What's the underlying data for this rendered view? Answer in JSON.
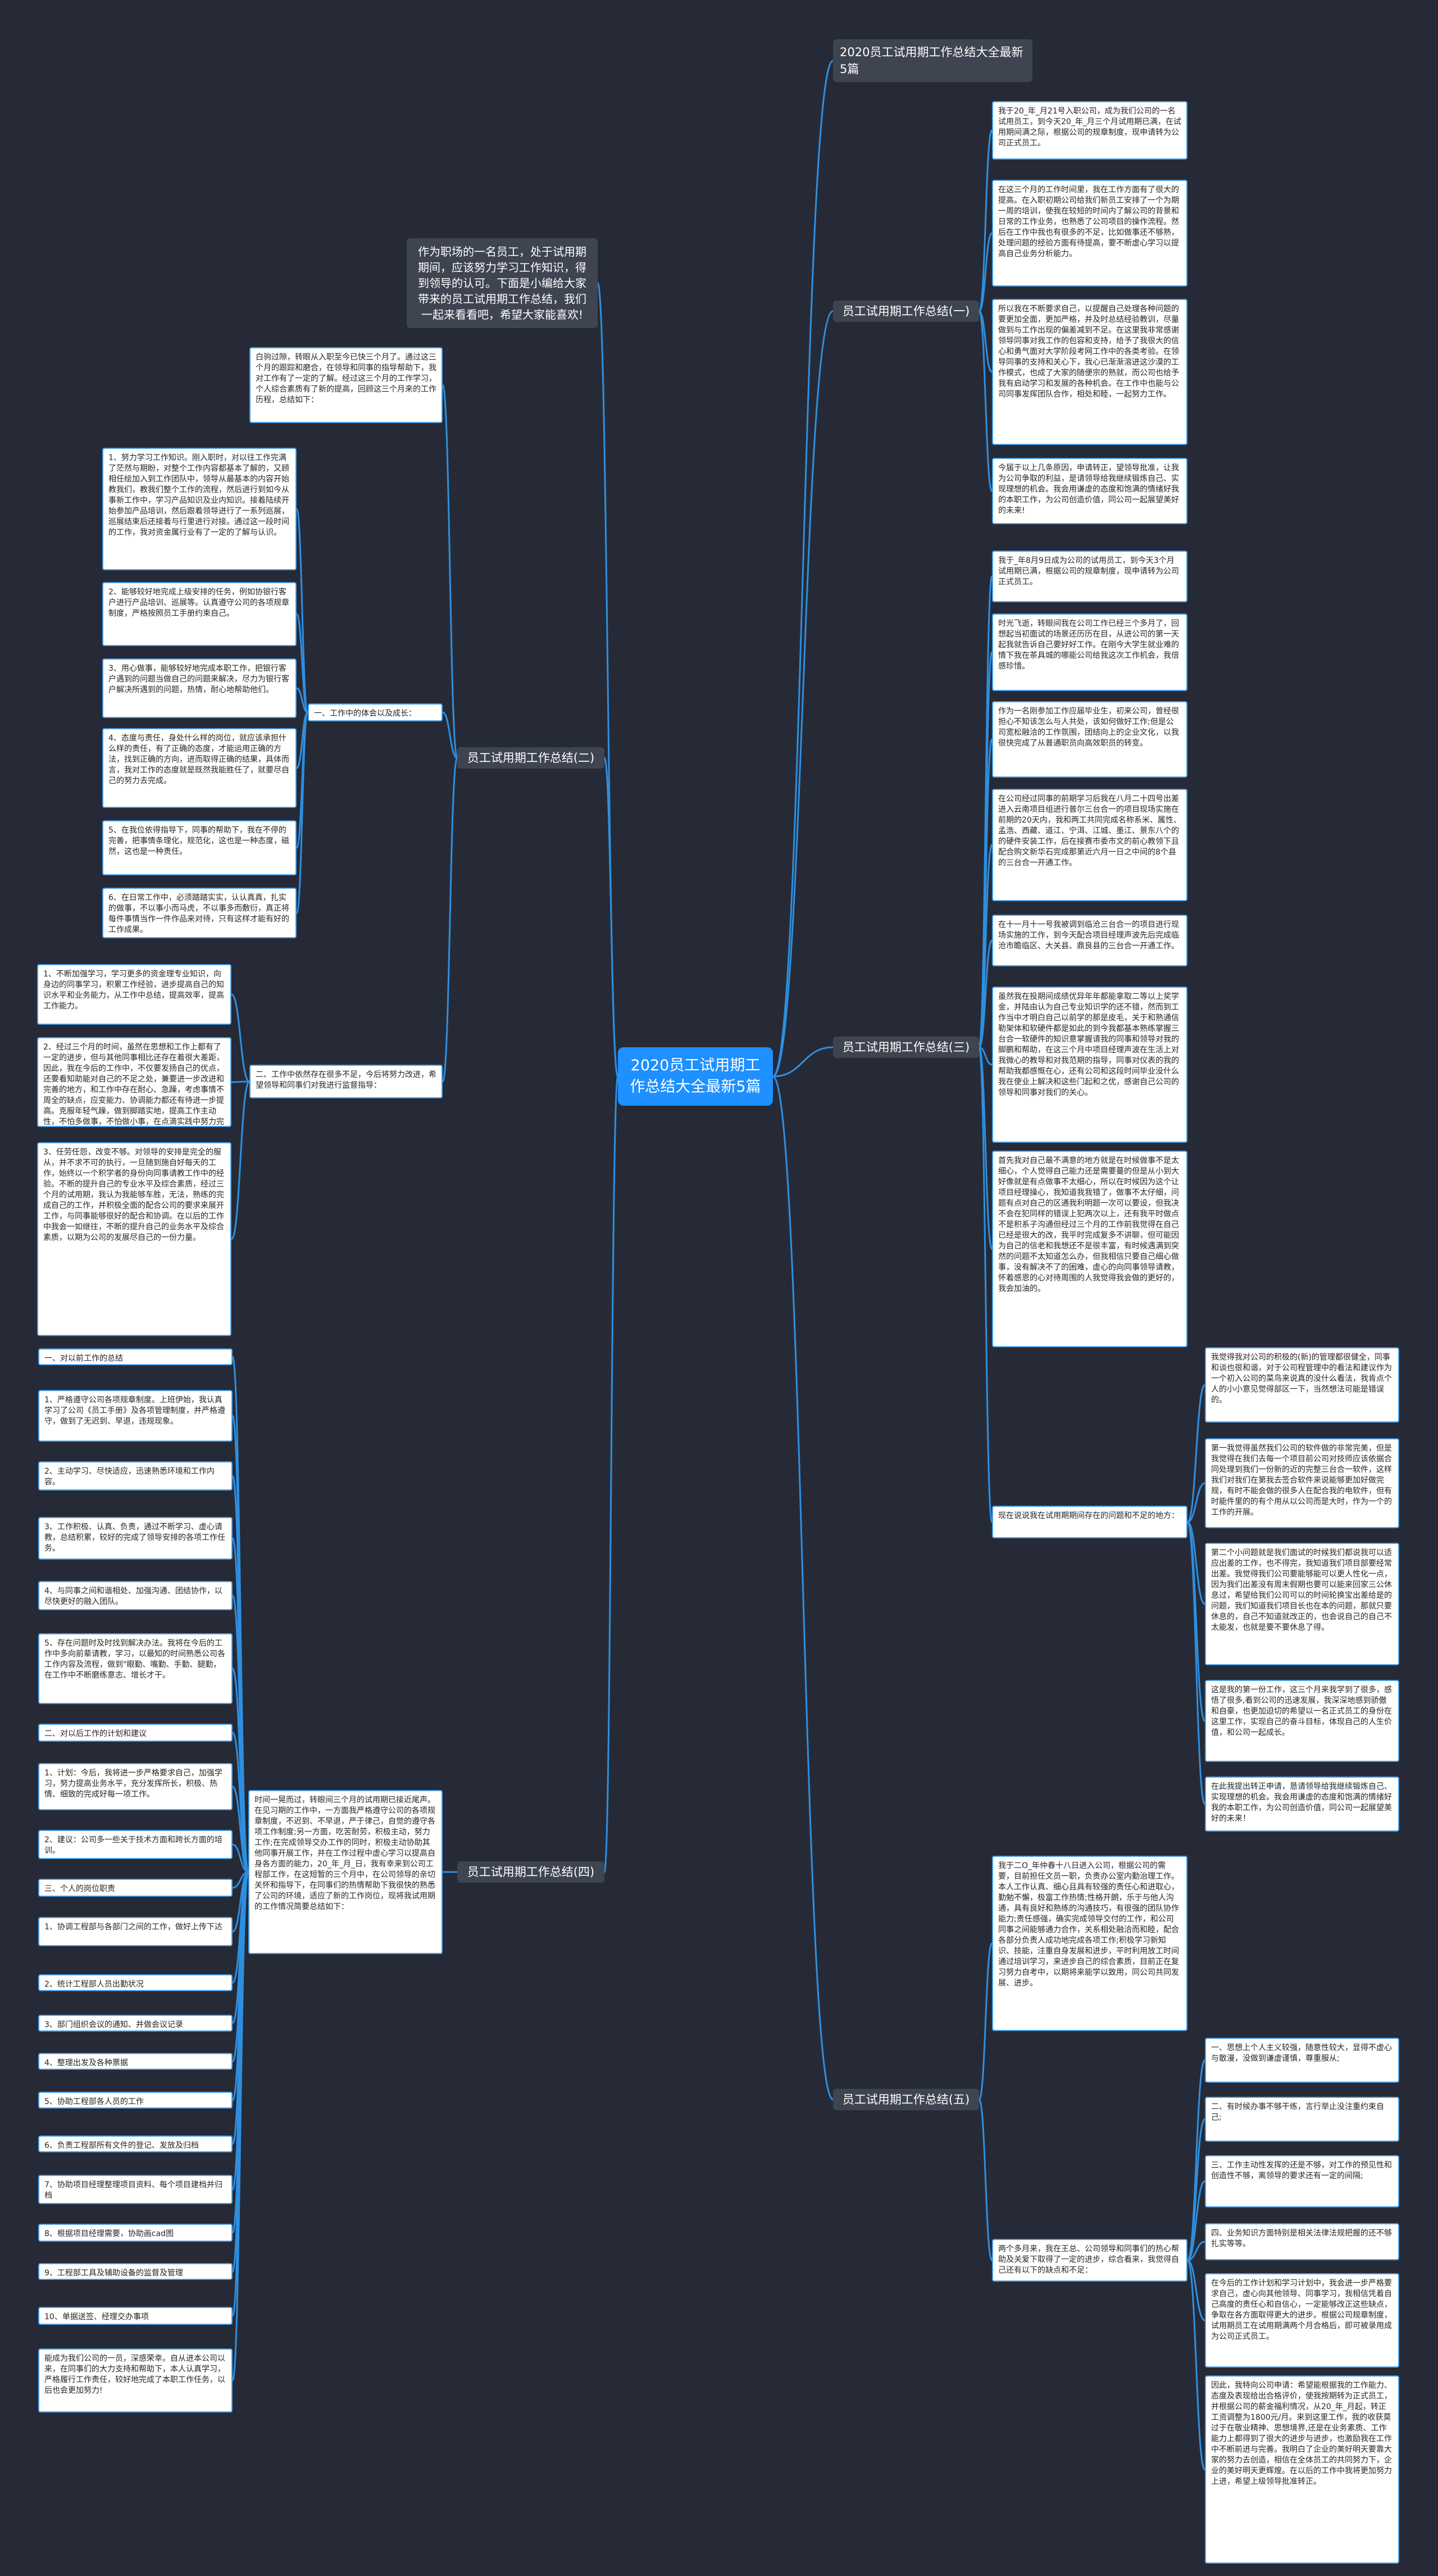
{
  "root": {
    "title": "2020员工试用期工作总结大全最新5篇"
  },
  "intro": "作为职场的一名员工，处于试用期期间，应该努力学习工作知识，得到领导的认可。下面是小编给大家带来的员工试用期工作总结，我们一起来看看吧，希望大家能喜欢!",
  "branches": {
    "headline": "2020员工试用期工作总结大全最新5篇",
    "b1": "员工试用期工作总结(一)",
    "b2": "员工试用期工作总结(二)",
    "b3": "员工试用期工作总结(三)",
    "b4": "员工试用期工作总结(四)",
    "b5": "员工试用期工作总结(五)"
  },
  "b1_items": [
    "我于20_年_月21号入职公司，成为我们公司的一名试用员工，到今天20_年_月三个月试用期已满，在试用期间满之际，根据公司的规章制度，现申请转为公司正式员工。",
    "在这三个月的工作时间里，我在工作方面有了很大的提高。在入职初期公司给我们新员工安排了一个为期一周的培训，使我在较短的时间内了解公司的背景和日常的工作业务，也熟悉了公司项目的操作流程。然后在工作中我也有很多的不足，比如做事还不够熟，处理问题的经验方面有待提高，要不断虚心学习以提高自己业务分析能力。",
    "所以我在不断要求自己，以提醒自己处理各种问题的要更加全面，更加严格，并及时总结经验教训，尽量做到与工作出现的偏差减到不足。在这里我非常感谢领导同事对我工作的包容和支持，给予了我很大的信心和勇气面对大学阶段考网工作中的各类考验。在领导同事的支持和关心下，我心已渐渐溶进这沙漠的工作模式，也成了大家的随便宗的熟就，而公司也给予我有启动学习和发展的各种机会。在工作中也能与公司同事发挥团队合作，相处和睦，一起努力工作。",
    "今届于以上几条原因，申请转正，望领导批准，让我为公司争取的利益，是请领导给我继续锻炼自己、实现理想的机会。我会用谦虚的态度和饱满的情绪好我的本职工作，为公司创造价值，同公司一起展望美好的未来!"
  ],
  "b2_intro": "白驹过隙，转眼从入职至今已快三个月了。通过这三个月的跟踪和磨合，在领导和同事的指导帮助下，我对工作有了一定的了解。经过这三个月的工作学习，个人综合素质有了新的提高，回顾这三个月来的工作历程，总结如下：",
  "b2_sections": {
    "s1": "一、工作中的体会以及成长：",
    "s2": "二、工作中依然存在很多不足，今后将努力改进，希望领导和同事们对我进行监督指导："
  },
  "b2_s1_items": [
    "1、努力学习工作知识。刚入职时，对以往工作完满了茫然与期盼，对整个工作内容都基本了解的，又顾相任绘加入到工作团队中，领导从最基本的内容开始教我们，教我们整个工作的流程，然后进行到如今从事新工作中，学习产品知识及业内知识。接着陆续开始参加产品培训，然后跟着领导进行了一系列巡展，巡展结束后还接着与行里进行对接。通过这一段时间的工作，我对资金属行业有了一定的了解与认识。",
    "2、能够较好地完成上级安排的任务，例如协银行客户进行产品培训、巡展等。认真遵守公司的各项规章制度，严格按照员工手册约束自己。",
    "3、用心做事，能够较好地完成本职工作，把银行客户遇到的问题当做自己的问题来解决，尽力为银行客户解决所遇到的问题，热情，耐心地帮助他们。",
    "4、态度与责任，身处什么样的岗位，就应该承担什么样的责任，有了正确的态度，才能运用正确的方法，找到正确的方向，进而取得正确的结果，具体而言，我对工作的态度就是既然我能胜任了，就要尽自己的努力去完成。",
    "5、在我位依得指导下，同事的帮助下，我在不停的完善，把事情条理化，规范化，这也是一种态度，磁然，这也是一种责任。",
    "6、在日常工作中，必须踏踏实实，认认真真，扎实的做事，不以事小而马虎，不以事多而敷衍，真正将每件事情当作一件作品来对待，只有这样才能有好的工作成果。"
  ],
  "b2_s2_items": [
    "1、不断加强学习，学习更多的资金理专业知识，向身边的同事学习，积累工作经验，进步提高自己的知识水平和业务能力，从工作中总结，提高效率，提高工作能力。",
    "2、经过三个月的时间，虽然在思想和工作上都有了一定的进步，但与其他同事相比还存在着很大差距，因此，我在今后的工作中，不仅要发扬自己的优点，还要看知助能对自己的不足之处，兼要进一步改进和完善的地方，和工作中存在耐心、急躁，考虑事情不周全的缺点，应变能力、协调能力都还有待进一步提高。克服年轻气躁，做到脚踏实地，提高工作主动性，不怕多做事，不怕做小事，在点滴实践中努力完善提高自己，忽补不足。",
    "3、任劳任怨，改变不够。对领导的安排是完全的服从，并不求不可的执行，一旦随到施自好每天的工作，始终以一个积学者的身份向同事请教工作中的经验。不断的提升自己的专业水平及综合素质，经过三个月的试用期，我认为我能够车胜，无法，熟练的完成自己的工作，并积极全面的配合公司的要求来展开工作，与同事能够很好的配合和协调。在以后的工作中我会一如继往，不断的提升自己的业务水平及综合素质，以期为公司的发展尽自己的一份力量。"
  ],
  "b3_items": [
    "我于_年8月9日成为公司的试用员工，到今天3个月试用期已满，根据公司的规章制度，现申请转为公司正式员工。",
    "时光飞逝，转眼间我在公司工作已经三个多月了，回想起当初面试的场景还历历在目，从进公司的第一天起我就告诉自己要好好工作。在刚今大学生就业难的情下我在茶具城的哪能公司给我这次工作机会，我倍感珍惜。",
    "作为一名刚参加工作应届毕业生，初来公司，曾经很担心不知该怎么与人共处，该如何做好工作;但是公司宽松融洽的工作氛围，团结向上的企业文化，以我很快完成了从普通职员向高效职员的转变。",
    "在公司经过同事的前期学习后我在八月二十四号出差进入云南项目组进行普尔三台合一的项目现场实施在前期的20天内，我和两工共同完成名称系米、属性、孟浩、西藏、道江、宁洱、江城、墨江、景东八个的的硬件安装工作，后在接赛市委市文的前心教领下且配合购文新华石完成那第近六月一日之中间的8个县的三台合一开通工作。",
    "在十一月十一号我被调到临沧三台合一的项目进行现场实施的工作，到今天配合项目经理声波先后完成临沧市瞻临区、大关县、鼎良县的三台合一开通工作。",
    "虽然我在投期间成绩优异年年都能拿取二等以上奖学金，并陆由认为自己专业知识学的还不错，然而到工作当中才明白自己以前学的那是皮毛，关于和熟通信勒架体和软硬件都是如此的到今我都基本熟练掌握三台合一软硬件的知识意掌握请我的同事和领导对我的脚鹏和帮助，在这三个月中项目经理声波在生活上对我微心的教导和对我范期的指导，同事对仪表的我的帮助我都感慨在心，还有公司和这段时间毕业没什么我在使业上解决和这些门起和之优，感谢自己公司的领导和同事对我们的关心。",
    "首先我对自己最不满意的地方就是在时候做事不是太细心，个人觉得自己能力还是需要蔓的但是从小到大好像就是有点做事不太细心，所以在时候因为这个让项目经理操心，我知道我我错了，做事不太仔细，问题有点对自己的区通我利明题一次可以要设，但我决不会在犯同样的错误上犯两次以上，还有我平时做点不是积系子沟通但经过三个月的工作前我觉得在自己已经是很大的改，我平时完成复多不讲聊，但可能因为自己的信老和我想还不是很丰富，有时候遇满到突然的问题不太知道怎么办，但我相信只要自己细心做事，没有解决不了的困难，虚心的向同事领导请教，怀着感恩的心对待周围的人我觉得我会做的更好的，我会加油的。",
    "我觉得我对公司的积极的(新)的管理都很健全，同事和谈也很和谐，对于公司程管理中的看法和建议作为一个初入公司的菜鸟来说真的没什么看法，我肯点个人的小小意见觉得部区一下，当然想法可能是错误的。",
    "第一我觉得虽然我们公司的软件做的非常完美，但是我觉得在我们去每一个项目前公司对技师应该依据合同处理到我们一份新的近的完整三台合一软件，这样我们对我们在第我去签合软件来说能够更加好做完规，有时不能会做的很多人在配合我的电软件，但有时能件里的的有个用从以公司而是大时，作为一个的工作的开展。",
    "第二个小问题就是我们面试的时候我们都说我可以适应出差的工作，也不得完，我知道我们项目部要经常出差。我觉得我们公司要能够能可以更人性化一点，因为我们出差没有周末假期也要可以能来回家三公休息过，希望给我们公司可以的时间轮换宝出差给是的问题，我们知道我们项目长也在本的问题，那就只要休息的，自己不知道就改正的，也会说自己的自己不太能发，也就是要不要休息了得。",
    "这是我的第一份工作，这三个月来我学到了很多，感悟了很多,看到公司的迅速发展，我深深地感到骄傲和自豪，也更加迫切的希望以一名正式员工的身份在这里工作，实现自己的奋斗目标，体现自己的人生价值，和公司一起成长。",
    "在此我提出转正申请，恳请领导给我继续锻炼自己、实现理想的机会。我会用谦虚的态度和饱满的情绪好我的本职工作，为公司创造价值，同公司一起展望美好的未来！"
  ],
  "b3_note": "现在说说我在试用期期间存在的问题和不足的地方：",
  "b4_intro": "时间一晃而过，转眼间三个月的试用期已接近尾声。在见习期的工作中，一方面我严格遵守公司的各项规章制度，不迟到、不早退，严于律己，自觉的遵守各项工作制度;另一方面，吃苦耐劳，积极主动，努力工作;在完成领导交办工作的同时，积极主动协助其他同事开展工作，并在工作过程中虚心学习以提高自身各方面的能力，20_年_月_日，我有幸来到公司工程部工作，在这短暂的三个月中，在公司领导的亲切关怀和指导下，在同事们的热情帮助下我很快的熟悉了公司的环境，适应了新的工作岗位，现将我试用期的工作情况简要总结如下：",
  "b4_items": [
    "一、对以前工作的总结",
    "1、严格遵守公司各项规章制度。上班伊始，我认真学习了公司《员工手册》及各项管理制度，并严格遵守，做到了无迟到、早退，违规现象。",
    "2、主动学习、尽快适应，迅速熟悉环境和工作内容。",
    "3、工作积极、认真、负责，通过不断学习、虚心请教，总结积累，较好的完成了领导安排的各项工作任务。",
    "4、与同事之间和谐相处、加强沟通、团结协作，以尽快更好的融入团队。",
    "5、存在问题时及时找到解决办法。我将在今后的工作中多向前辈请教，学习，以最知的时间熟悉公司各工作内容及流程，做到\"眼勤、嘴勤、手勤、腿勤，在工作中不断磨练意志、增长才干。",
    "二、对以后工作的计划和建议",
    "1、计划：今后，我将进一步严格要求自己，加强学习，努力提高业务水平，充分发挥所长，积极、热情、细致的完成好每一项工作。",
    "2、建议：公司多一些关于技术方面和跨长方面的培训。",
    "三、个人的岗位职责",
    "1、协调工程部与各部门之间的工作，做好上传下达",
    "2、统计工程部人员出勤状况",
    "3、部门组织会议的通知、并做会议记录",
    "4、整理出发及各种票据",
    "5、协助工程部各人员的工作",
    "6、负责工程部所有文件的登记、发放及归档",
    "7、协助项目经理整理项目资料、每个项目建档并归档",
    "8、根据项目经理需要，协助画cad图",
    "9、工程部工具及辅助设备的监督及管理",
    "10、单据送签、经理交办事项",
    "能成为我们公司的一员，深感荣幸。自从进本公司以来，在同事们的大力支持和帮助下，本人认真学习，严格履行工作责任，较好地完成了本职工作任务，以后也会更加努力!"
  ],
  "b5_intro": "我于二O_年仲春十八日进入公司，根据公司的需要，目前担任文员一职，负责办公室内勤治理工作。本人工作认真、细心且具有较强的责任心和进取心，勤勉不懈，极富工作热情;性格开朗，乐于与他人沟通，具有良好和熟练的沟通技巧，有很强的团队协作能力;责任感强，确实完成领导交付的工作，和公司同事之间能够通力合作，关系相处融洽而和睦，配合各部分负责人成功地完成各项工作;积极学习新知识、技能，注重自身发展和进步，平时利用放工时间通过培训学习，来进步自己的综合素质，目前正在复习努力自考中，以期将来能学以致用，同公司共同发展、进步。",
  "b5_sub": "两个多月来，我在王总、公司领导和同事们的热心帮助及关爱下取得了一定的进步，综合看来，我觉得自己还有以下的缺点和不足：",
  "b5_items": [
    "一、思想上个人主义较强，随意性较大，显得不虚心与散漫，没做到谦虚谨慎，尊重服从;",
    "二、有时候办事不够干练，言行举止没注重约束自己;",
    "三、工作主动性发挥的还是不够，对工作的预见性和创造性不够，离领导的要求还有一定的间隔;",
    "四、业务知识方面特别是相关法律法规把握的还不够扎实等等。",
    "在今后的工作计划和学习计划中，我会进一步严格要求自己，虚心向其他领导、同事学习，我相信凭着自己高度的责任心和自信心，一定能够改正这些缺点，争取在各方面取得更大的进步。根据公司规章制度，试用期员工在试用期满两个月合格后，即可被录用成为公司正式员工。",
    "因此，我特向公司申请：希望能根据我的工作能力、态度及表现给出合格评价，使我按期转为正式员工，并根据公司的薪金福利情况，从20_年_月起，转正工资调整为1800元/月。来到这里工作，我的收获莫过于在敬业精神、思想境界,还是在业务素质、工作能力上都得到了很大的进步与进步，也激励我在工作中不断前进与完善。我明白了企业的美好明天要靠大家的努力去创造，相信在全体员工的共同努力下，企业的美好明天更辉煌。在以后的工作中我将更加努力上进，希望上级领导批准转正。"
  ]
}
